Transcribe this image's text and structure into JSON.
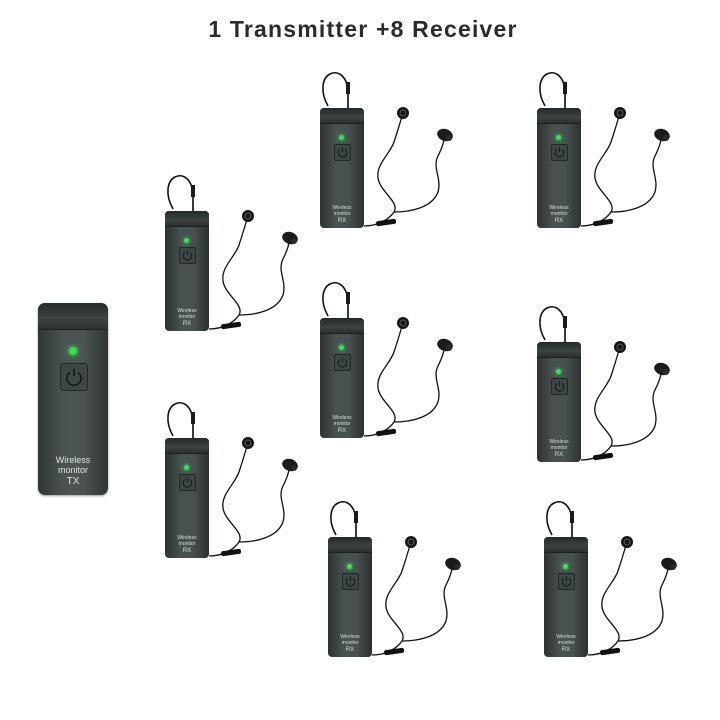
{
  "title": "1 Transmitter +8 Receiver",
  "colors": {
    "body": "#475150",
    "led": "#37e350",
    "cable": "#111111"
  },
  "transmitter": {
    "line1": "Wireless",
    "line2": "monitor",
    "code": "TX",
    "icon": "power-icon"
  },
  "receivers": [
    {
      "line1": "Wireless",
      "line2": "monitor",
      "code": "RX",
      "icon": "power-icon"
    },
    {
      "line1": "Wireless",
      "line2": "monitor",
      "code": "RX",
      "icon": "power-icon"
    },
    {
      "line1": "Wireless",
      "line2": "monitor",
      "code": "RX",
      "icon": "power-icon"
    },
    {
      "line1": "Wireless",
      "line2": "monitor",
      "code": "RX",
      "icon": "power-icon"
    },
    {
      "line1": "Wireless",
      "line2": "monitor",
      "code": "RX",
      "icon": "power-icon"
    },
    {
      "line1": "Wireless",
      "line2": "monitor",
      "code": "RX",
      "icon": "power-icon"
    },
    {
      "line1": "Wireless",
      "line2": "monitor",
      "code": "RX",
      "icon": "power-icon"
    },
    {
      "line1": "Wireless",
      "line2": "monitor",
      "code": "RX",
      "icon": "power-icon"
    }
  ]
}
